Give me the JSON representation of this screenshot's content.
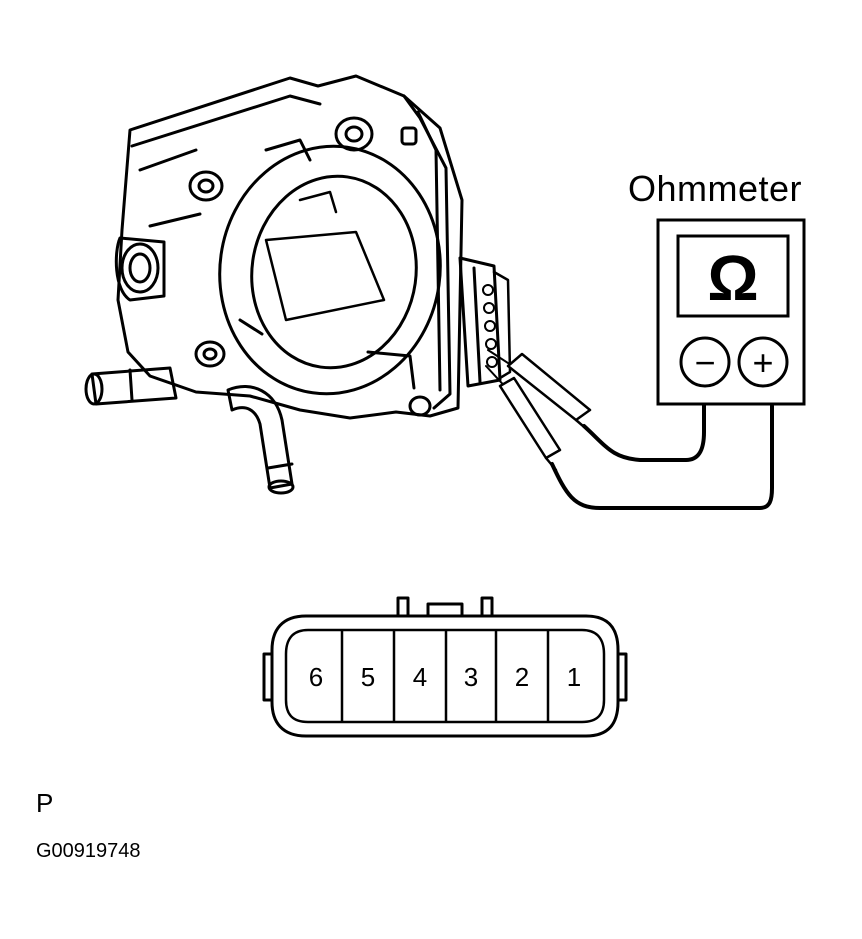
{
  "meter": {
    "label": "Ohmmeter",
    "symbol": "Ω",
    "negative_terminal": "−",
    "positive_terminal": "+"
  },
  "connector": {
    "pins": [
      "6",
      "5",
      "4",
      "3",
      "2",
      "1"
    ]
  },
  "view_label": "P",
  "figure_id": "G00919748"
}
